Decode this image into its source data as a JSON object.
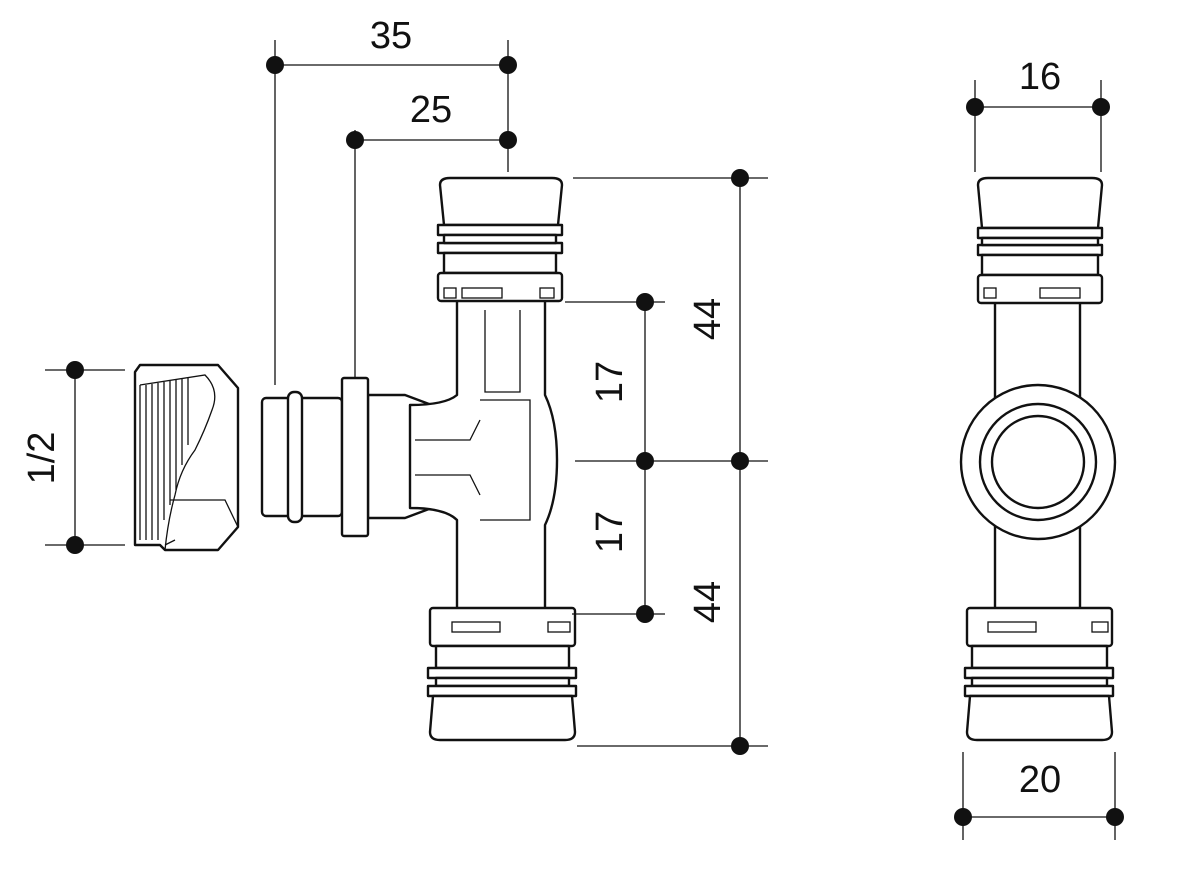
{
  "title": "Press tee fitting with union nut - dimension drawing",
  "units_note": "",
  "dimensions": {
    "branch_outer_length": "35",
    "branch_flange_length": "25",
    "thread_size": "1/2",
    "top_half_length": "44",
    "bottom_half_length": "44",
    "top_inner_length": "17",
    "bottom_inner_length": "17",
    "top_pipe_diameter": "16",
    "bottom_pipe_diameter": "20"
  },
  "colors": {
    "line": "#111111",
    "background": "#ffffff"
  }
}
